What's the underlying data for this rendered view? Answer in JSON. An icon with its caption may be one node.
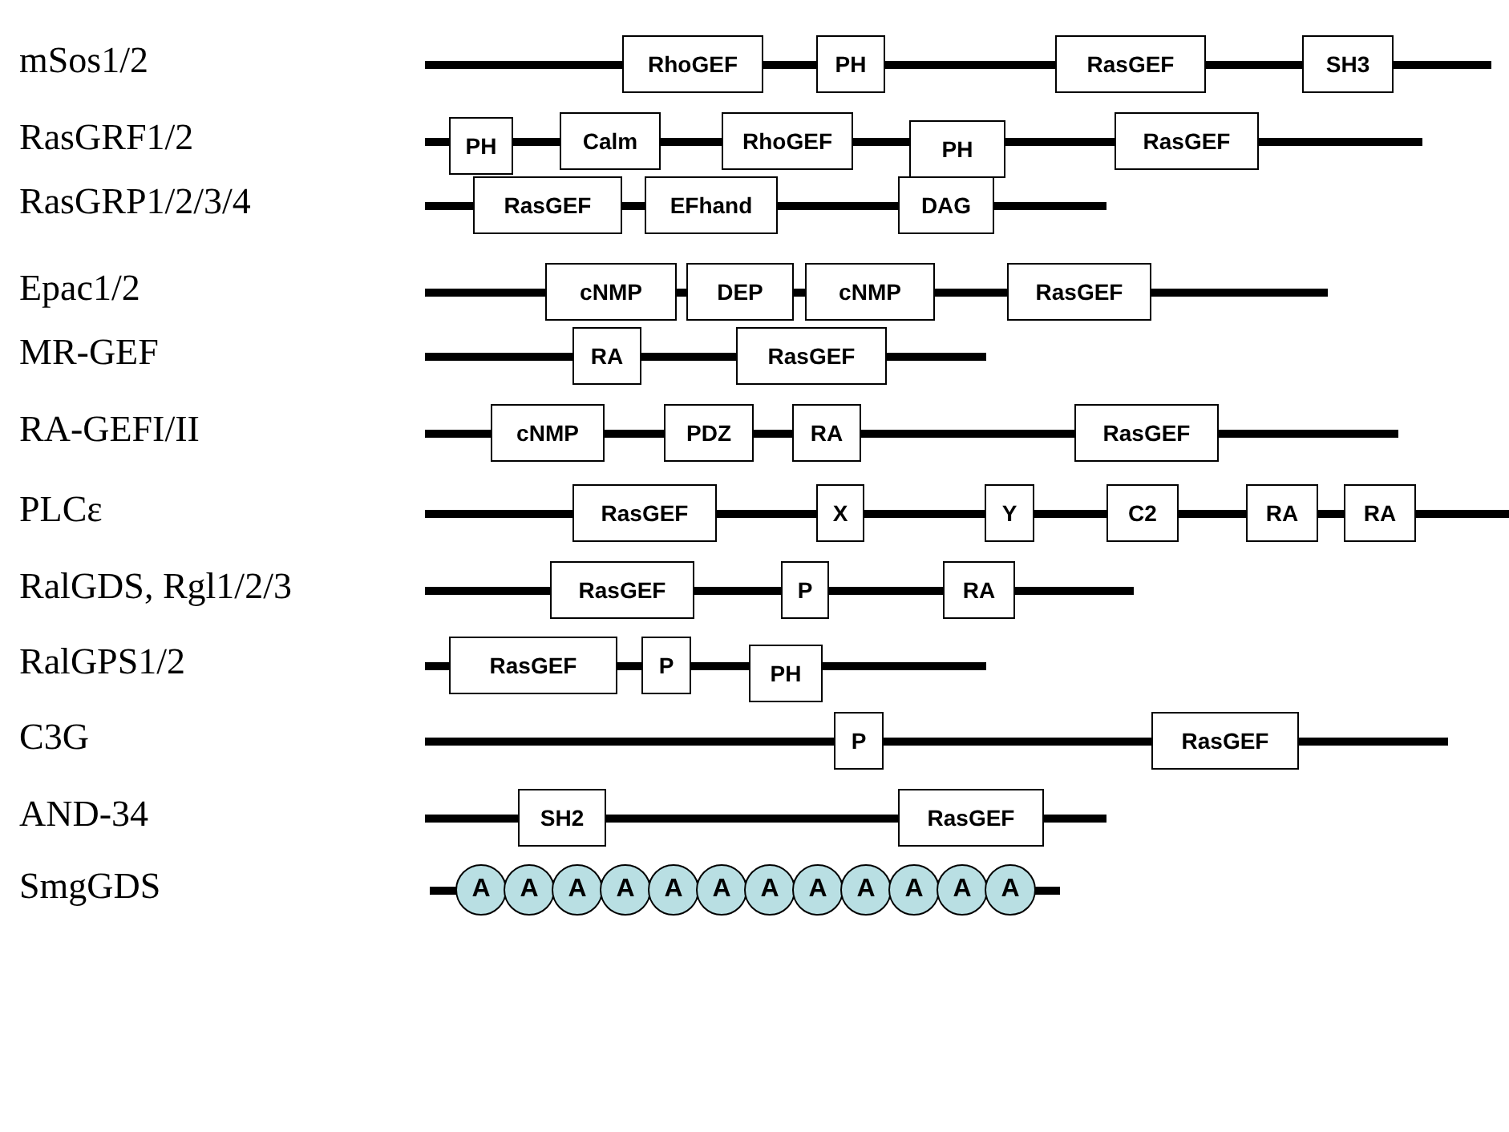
{
  "diagram": {
    "nodes": [
      {
        "text": [
          "RhoGEF"
        ]
      },
      {
        "text": [
          "PH"
        ]
      },
      {
        "text": [
          "RasGEF"
        ]
      },
      {
        "text": [
          "SH3"
        ]
      },
      {
        "text": [
          "PH"
        ]
      },
      {
        "text": [
          "Calm"
        ]
      },
      {
        "text": [
          "RhoGEF"
        ]
      },
      {
        "text": [
          "PH"
        ]
      },
      {
        "text": [
          "RasGEF"
        ]
      },
      {
        "text": [
          "RasGEF"
        ]
      },
      {
        "text": [
          "EFhand"
        ]
      },
      {
        "text": [
          "DAG"
        ]
      },
      {
        "text": [
          "cNMP"
        ]
      },
      {
        "text": [
          "DEP"
        ]
      },
      {
        "text": [
          "cNMP"
        ]
      },
      {
        "text": [
          "RasGEF"
        ]
      },
      {
        "text": [
          "RA"
        ]
      },
      {
        "text": [
          "RasGEF"
        ]
      },
      {
        "text": [
          "cNMP"
        ]
      },
      {
        "text": [
          "PDZ"
        ]
      },
      {
        "text": [
          "RA"
        ]
      },
      {
        "text": [
          "RasGEF"
        ]
      },
      {
        "text": [
          "RasGEF"
        ]
      },
      {
        "text": [
          "X"
        ]
      },
      {
        "text": [
          "Y"
        ]
      },
      {
        "text": [
          "C2"
        ]
      },
      {
        "text": [
          "RA"
        ]
      },
      {
        "text": [
          "RA"
        ]
      },
      {
        "text": [
          "RasGEF"
        ]
      },
      {
        "text": [
          "P"
        ]
      },
      {
        "text": [
          "RA"
        ]
      },
      {
        "text": [
          "RasGEF"
        ]
      },
      {
        "text": [
          "P"
        ]
      },
      {
        "text": [
          "PH"
        ]
      },
      {
        "text": [
          "P"
        ]
      },
      {
        "text": [
          "RasGEF"
        ]
      },
      {
        "text": [
          "SH2"
        ]
      },
      {
        "text": [
          "RasGEF"
        ]
      },
      {
        "text": [
          "A"
        ]
      },
      {
        "text": [
          "A"
        ]
      },
      {
        "text": [
          "A"
        ]
      },
      {
        "text": [
          "A"
        ]
      },
      {
        "text": [
          "A"
        ]
      },
      {
        "text": [
          "A"
        ]
      },
      {
        "text": [
          "A"
        ]
      },
      {
        "text": [
          "A"
        ]
      },
      {
        "text": [
          "A"
        ]
      },
      {
        "text": [
          "A"
        ]
      },
      {
        "text": [
          "A"
        ]
      },
      {
        "text": [
          "A"
        ]
      }
    ],
    "edges": [],
    "labels": [
      "mSos1/2",
      "RasGRF1/2",
      "RasGRP1/2/3/4",
      "Epac1/2",
      "MR-GEF",
      "RA-GEFI/II",
      "PLCε",
      "RalGDS, Rgl1/2/3",
      "RalGPS1/2",
      "C3G",
      "AND-34",
      "SmgGDS"
    ]
  }
}
